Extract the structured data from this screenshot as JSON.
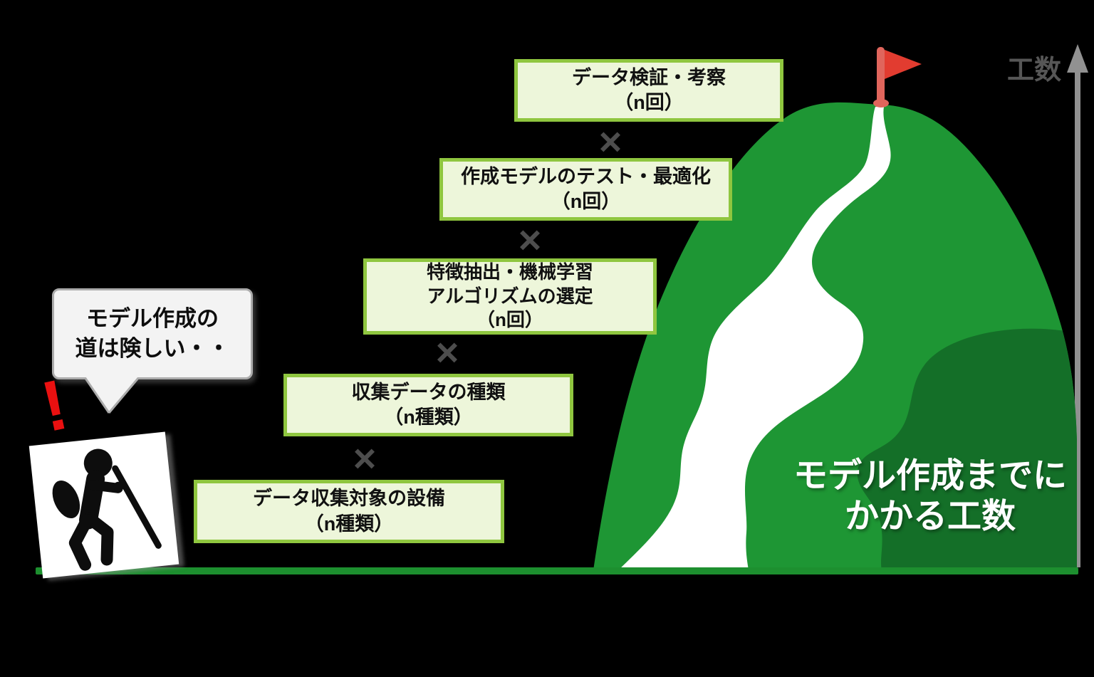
{
  "axis": {
    "label": "工数"
  },
  "mountain": {
    "label_lines": [
      "モデル作成までに",
      "かかる工数"
    ],
    "colors": {
      "body": "#1e9634",
      "shadow": "#146f28",
      "trail": "#ffffff",
      "ground": "#1d8f2f",
      "flag": "#e23c30",
      "flag_pole": "#e0655c",
      "axis_arrow": "#919191"
    }
  },
  "bubble": {
    "lines": [
      "モデル作成の",
      "道は険しい・・"
    ]
  },
  "alert_mark": "!",
  "multiply_sign": "×",
  "steps": [
    {
      "lines": [
        "データ検証・考察",
        "（n回）"
      ]
    },
    {
      "lines": [
        "作成モデルのテスト・最適化",
        "（n回）"
      ]
    },
    {
      "lines": [
        "特徴抽出・機械学習",
        "アルゴリズムの選定",
        "（n回）"
      ]
    },
    {
      "lines": [
        "収集データの種類",
        "（n種類）"
      ]
    },
    {
      "lines": [
        "データ収集対象の設備",
        "（n種類）"
      ]
    }
  ],
  "icons": {
    "summit_flag": "flag-icon",
    "hiker": "hiker-icon",
    "alert": "exclamation-icon",
    "effort_axis": "up-arrow-icon"
  },
  "step_box_colors": {
    "fill": "#edf6da",
    "border": "#8fc63f"
  }
}
